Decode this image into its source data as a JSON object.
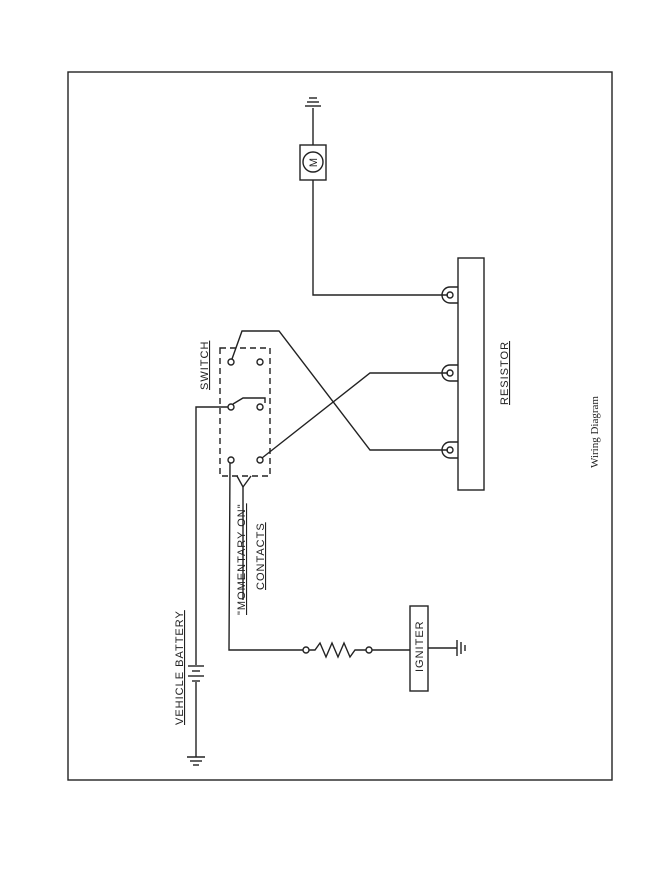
{
  "labels": {
    "switch": "SWITCH",
    "momentary": "\"MOMENTARY ON\"",
    "contacts": "CONTACTS",
    "battery": "VEHICLE  BATTERY",
    "igniter": "IGNITER",
    "resistor": "RESISTOR",
    "motor": "M"
  },
  "caption": "Wiring Diagram"
}
